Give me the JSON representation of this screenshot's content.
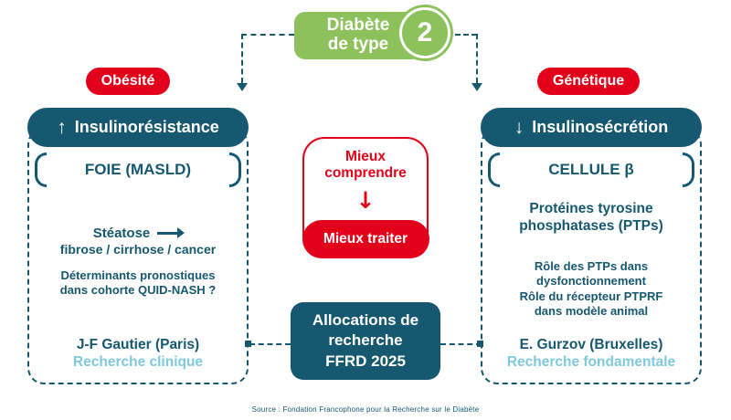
{
  "title": {
    "text": "Diabète\nde type",
    "number": "2"
  },
  "left": {
    "category": "Obésité",
    "header_arrow": "↑",
    "header": "Insulinorésistance",
    "target": "FOIE (MASLD)",
    "steatose": "Stéatose",
    "progression": "fibrose / cirrhose / cancer",
    "details": "Déterminants pronostiques\ndans cohorte QUID-NASH ?",
    "researcher": "J-F Gautier (Paris)",
    "research_type": "Recherche clinique"
  },
  "center": {
    "understand": "Mieux\ncomprendre",
    "arrow": "↓",
    "treat": "Mieux traiter",
    "allocations": "Allocations de\nrecherche\nFFRD 2025"
  },
  "right": {
    "category": "Génétique",
    "header_arrow": "↓",
    "header": "Insulinosécrétion",
    "target": "CELLULE β",
    "topic": "Protéines tyrosine\nphosphatases (PTPs)",
    "details": "Rôle des PTPs dans\ndysfonctionnement\nRôle du récepteur PTPRF\ndans modèle animal",
    "researcher": "E. Gurzov (Bruxelles)",
    "research_type": "Recherche fondamentale"
  },
  "source": "Source : Fondation Francophone pour la Recherche sur le Diabète",
  "colors": {
    "green": "#8CC15B",
    "red": "#E2001A",
    "teal": "#16586F",
    "light_blue": "#7FC9DD"
  }
}
